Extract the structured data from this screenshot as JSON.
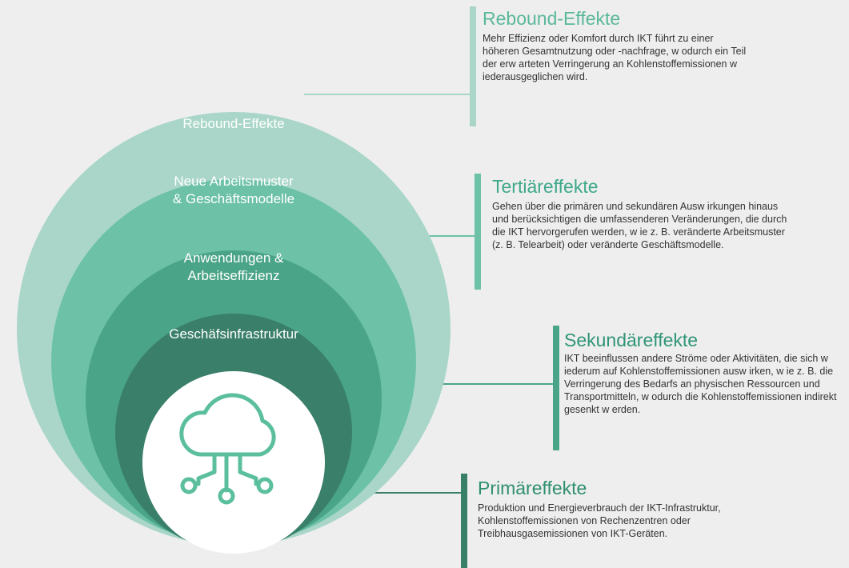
{
  "rings": [
    {
      "label": "Rebound-Effekte",
      "color": "#a9d6c8"
    },
    {
      "label": "Neue Arbeitsmuster\n& Geschäftsmodelle",
      "color": "#6cc1a7"
    },
    {
      "label": "Anwendungen &\nArbeitseffizienz",
      "color": "#4aa487"
    },
    {
      "label": "Geschäfsinfrastruktur",
      "color": "#3a7f69"
    }
  ],
  "center": {
    "icon": "cloud-network-icon",
    "color": "#ffffff",
    "icon_color": "#5bbf9e"
  },
  "panels": [
    {
      "title": "Rebound-Effekte",
      "text": "Mehr Effizienz oder Komfort durch IKT führt zu einer höheren Gesamtnutzung oder -nachfrage, w odurch ein Teil der erw arteten Verringerung an Kohlenstoffemissionen w iederausgeglichen wird.",
      "bar_color": "#a9d6c8",
      "title_color": "#5bb89b"
    },
    {
      "title": "Tertiäreffekte",
      "text": "Gehen über die primären und sekundären Ausw irkungen hinaus und berücksichtigen die umfassenderen Veränderungen, die durch die IKT hervorgerufen werden, w ie z. B. veränderte Arbeitsmuster (z. B. Telearbeit) oder veränderte Geschäftsmodelle.",
      "bar_color": "#6cc1a7",
      "title_color": "#3ea88a"
    },
    {
      "title": "Sekundäreffekte",
      "text": "IKT beeinflussen andere Ströme oder Aktivitäten, die sich w iederum auf Kohlenstoffemissionen ausw irken, w ie z. B. die Verringerung des Bedarfs an physischen Ressourcen und Transportmitteln, w odurch die Kohlenstoffemissionen indirekt gesenkt w erden.",
      "bar_color": "#4aa487",
      "title_color": "#2f9577"
    },
    {
      "title": "Primäreffekte",
      "text": "Produktion und Energieverbrauch der IKT-Infrastruktur, Kohlenstoffemissionen von Rechenzentren oder Treibhausgasemissionen von IKT-Geräten.",
      "bar_color": "#3a7f69",
      "title_color": "#2f8f70"
    }
  ]
}
